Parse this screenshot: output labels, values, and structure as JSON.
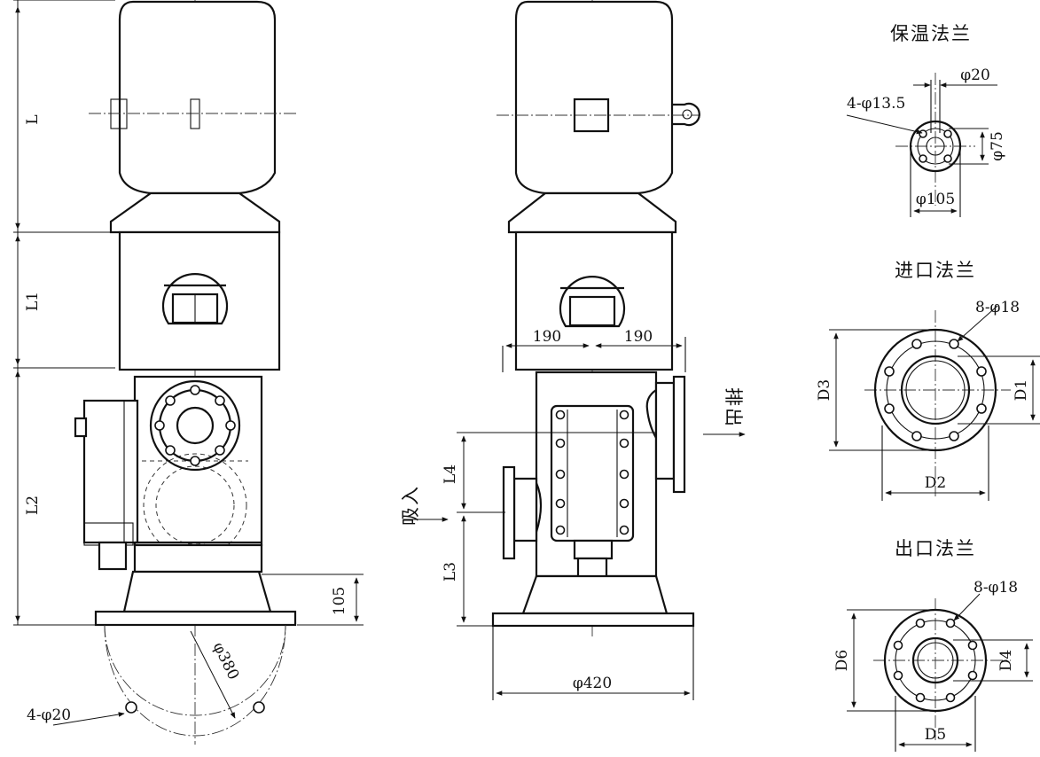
{
  "front_view": {
    "dim_L": "L",
    "dim_L1": "L1",
    "dim_L2": "L2",
    "dim_105": "105",
    "dim_phi380": "φ380",
    "dim_4_phi20": "4-φ20"
  },
  "side_view": {
    "dim_190_left": "190",
    "dim_190_right": "190",
    "dim_L4": "L4",
    "dim_L3": "L3",
    "dim_phi420": "φ420",
    "label_suction": "吸入",
    "label_discharge": "排出"
  },
  "insulation_flange": {
    "title": "保温法兰",
    "dim_phi20": "φ20",
    "dim_4_phi13_5": "4-φ13.5",
    "dim_phi75": "φ75",
    "dim_phi105": "φ105"
  },
  "inlet_flange": {
    "title": "进口法兰",
    "dim_8_phi18": "8-φ18",
    "dim_D1": "D1",
    "dim_D2": "D2",
    "dim_D3": "D3"
  },
  "outlet_flange": {
    "title": "出口法兰",
    "dim_8_phi18": "8-φ18",
    "dim_D4": "D4",
    "dim_D5": "D5",
    "dim_D6": "D6"
  }
}
